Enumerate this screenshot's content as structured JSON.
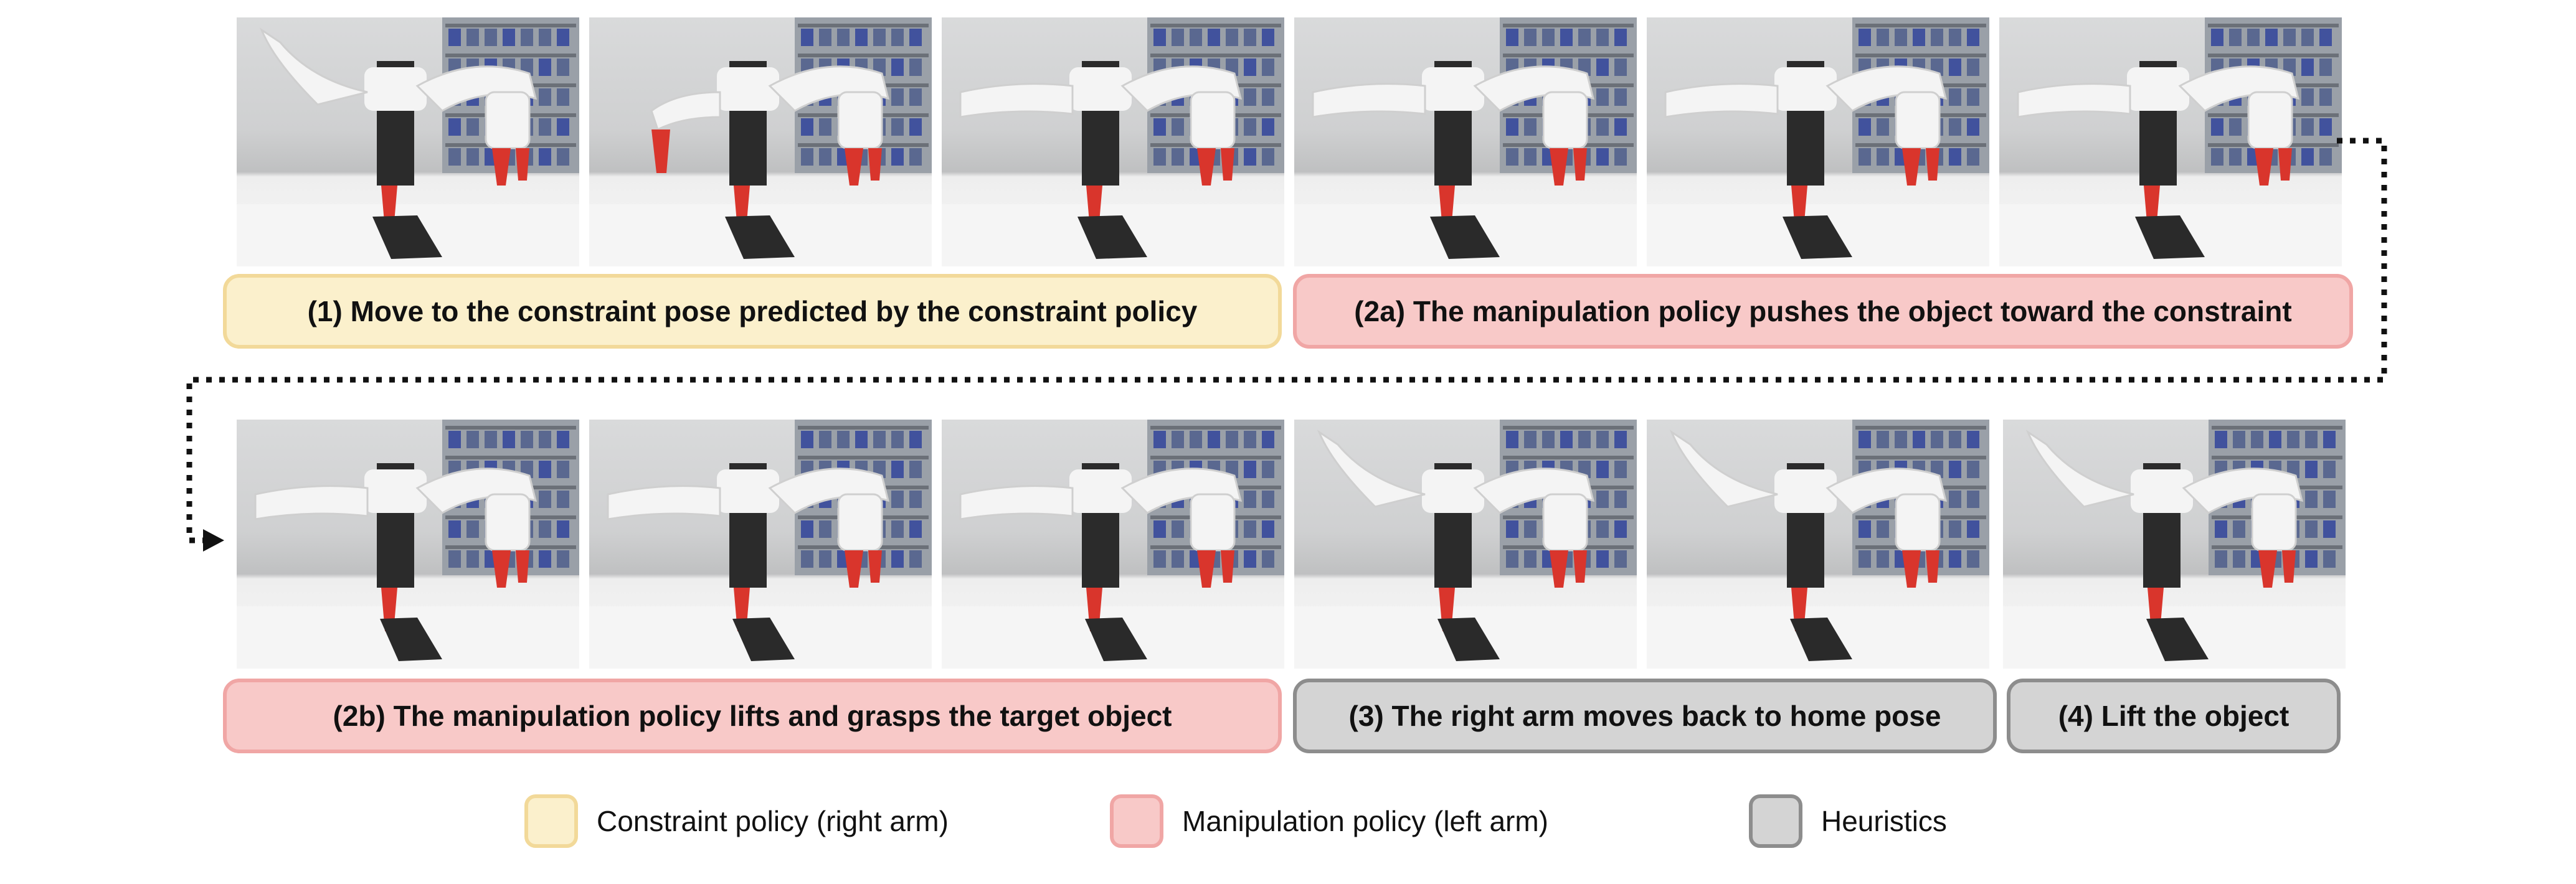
{
  "row1": {
    "photos": [
      {
        "name": "photo-1",
        "left_arm": "reach-up"
      },
      {
        "name": "photo-2",
        "left_arm": "gripper-down"
      },
      {
        "name": "photo-3",
        "left_arm": "extended"
      },
      {
        "name": "photo-4",
        "left_arm": "extended"
      },
      {
        "name": "photo-5",
        "left_arm": "extended"
      },
      {
        "name": "photo-6",
        "left_arm": "extended"
      }
    ],
    "captions": [
      {
        "text": "(1) Move to the constraint pose predicted by the constraint policy",
        "kind": "constraint"
      },
      {
        "text": "(2a) The manipulation policy pushes the object toward the constraint",
        "kind": "manip"
      }
    ]
  },
  "row2": {
    "photos": [
      {
        "name": "photo-7",
        "left_arm": "extended"
      },
      {
        "name": "photo-8",
        "left_arm": "extended"
      },
      {
        "name": "photo-9",
        "left_arm": "extended"
      },
      {
        "name": "photo-10",
        "left_arm": "reach-up"
      },
      {
        "name": "photo-11",
        "left_arm": "reach-up"
      },
      {
        "name": "photo-12",
        "left_arm": "reach-up"
      }
    ],
    "captions": [
      {
        "text": "(2b) The manipulation policy lifts and grasps the target object",
        "kind": "manip"
      },
      {
        "text": "(3) The right arm moves back to home pose",
        "kind": "heur"
      },
      {
        "text": "(4) Lift the object",
        "kind": "heur"
      }
    ]
  },
  "legend": [
    {
      "label": "Constraint policy (right arm)",
      "kind": "constraint"
    },
    {
      "label": "Manipulation policy (left arm)",
      "kind": "manip"
    },
    {
      "label": "Heuristics",
      "kind": "heur"
    }
  ],
  "colors": {
    "constraint_fill": "#fbf0cc",
    "manip_fill": "#f8c9c8",
    "heur_fill": "#d4d4d4",
    "gripper_red": "#d9352c",
    "arm_white": "#f4f4f4",
    "blue_accent": "#2a3f9a"
  }
}
